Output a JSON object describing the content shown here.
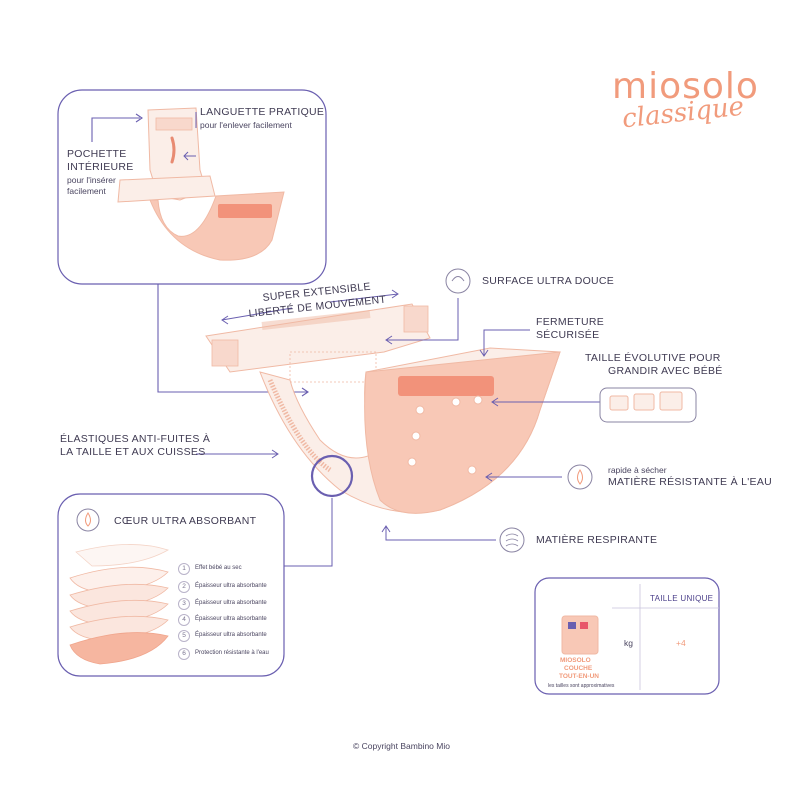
{
  "brand": {
    "name": "miosolo",
    "subtitle": "classique"
  },
  "labels": {
    "languette_title": "LANGUETTE PRATIQUE",
    "languette_sub": "pour l'enlever facilement",
    "pochette_title1": "POCHETTE",
    "pochette_title2": "INTÉRIEURE",
    "pochette_sub1": "pour l'insérer",
    "pochette_sub2": "facilement",
    "surface": "SURFACE ULTRA DOUCE",
    "super1": "SUPER EXTENSIBLE",
    "super2": "LIBERTÉ DE MOUVEMENT",
    "fermeture1": "FERMETURE",
    "fermeture2": "SÉCURISÉE",
    "taille1": "TAILLE ÉVOLUTIVE POUR",
    "taille2": "GRANDIR AVEC BÉBÉ",
    "elastiques1": "ÉLASTIQUES ANTI-FUITES À",
    "elastiques2": "LA TAILLE ET AUX CUISSES",
    "rapide": "rapide à sécher",
    "matiere_eau": "MATIÈRE RÉSISTANTE À L'EAU",
    "respirante": "MATIÈRE RESPIRANTE",
    "coeur": "CŒUR ULTRA ABSORBANT"
  },
  "layers": [
    {
      "num": "1",
      "text": "Effet bébé au sec"
    },
    {
      "num": "2",
      "text": "Épaisseur ultra absorbante"
    },
    {
      "num": "3",
      "text": "Épaisseur ultra absorbante"
    },
    {
      "num": "4",
      "text": "Épaisseur ultra absorbante"
    },
    {
      "num": "5",
      "text": "Épaisseur ultra absorbante"
    },
    {
      "num": "6",
      "text": "Protection résistante à l'eau"
    }
  ],
  "size_table": {
    "header": "TAILLE UNIQUE",
    "unit": "kg",
    "value": "+4",
    "product1": "MIOSOLO",
    "product2": "COUCHE",
    "product3": "TOUT-EN-UN",
    "note": "les tailles sont approximatives"
  },
  "copyright": "© Copyright Bambino Mio",
  "colors": {
    "accent": "#f19b7c",
    "line": "#6a5fb0",
    "text": "#3f3a52",
    "peach": "#f8c8b6"
  }
}
